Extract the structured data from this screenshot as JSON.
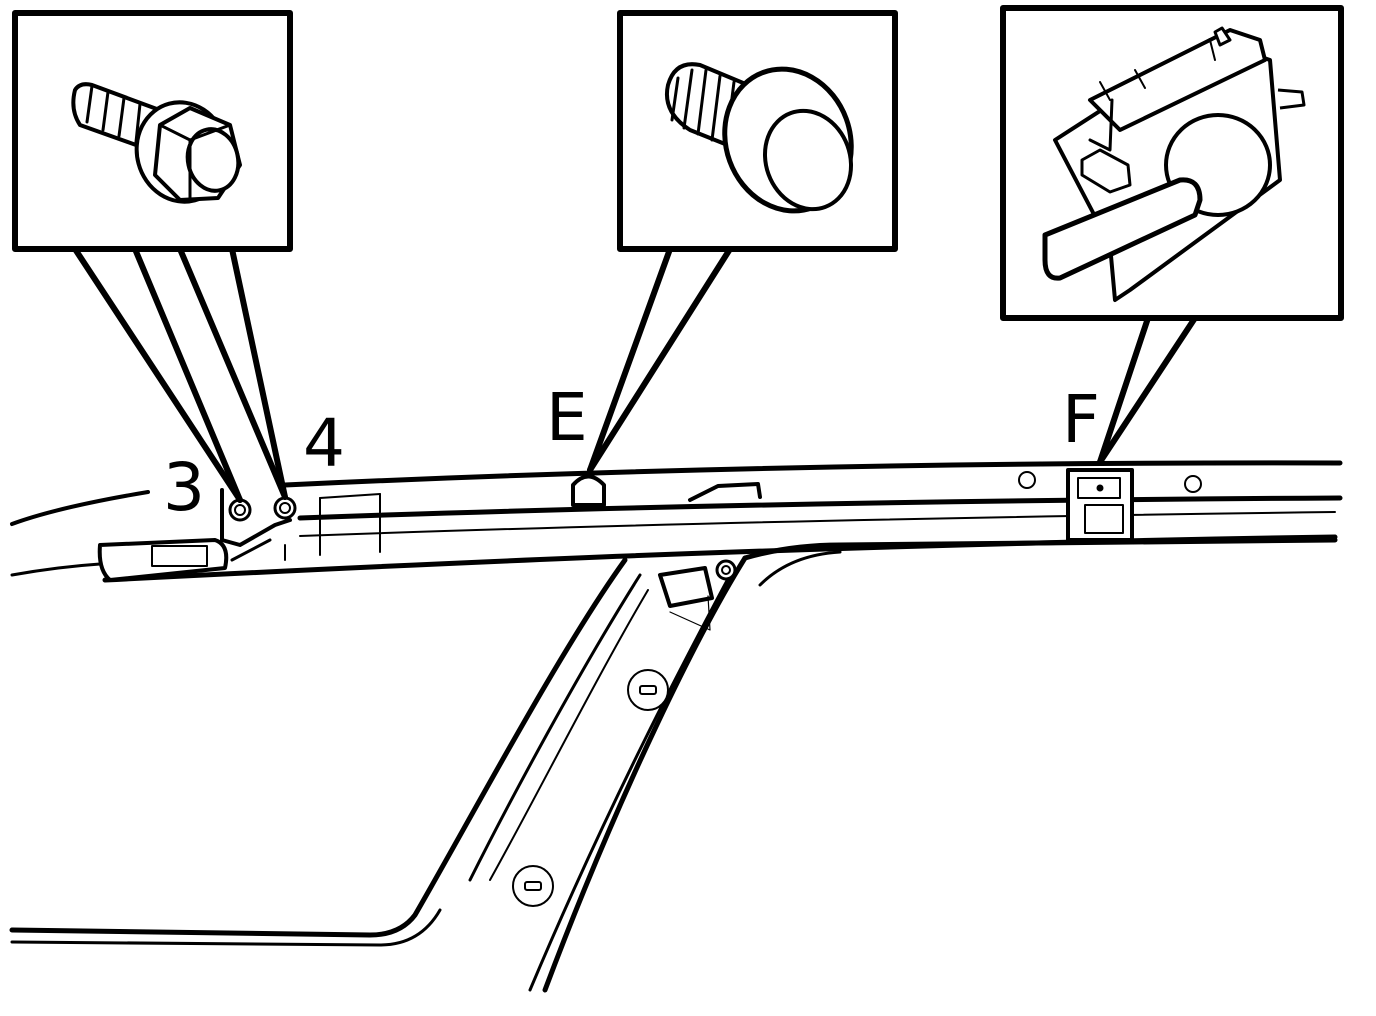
{
  "labels": {
    "callout_3": "3",
    "callout_4": "4",
    "callout_e": "E",
    "callout_f": "F"
  },
  "colors": {
    "stroke": "#000000",
    "background": "#ffffff"
  },
  "icons": {
    "detail_box_left": "flange-bolt-icon",
    "detail_box_middle": "push-clip-icon",
    "detail_box_right": "bracket-clip-icon"
  }
}
